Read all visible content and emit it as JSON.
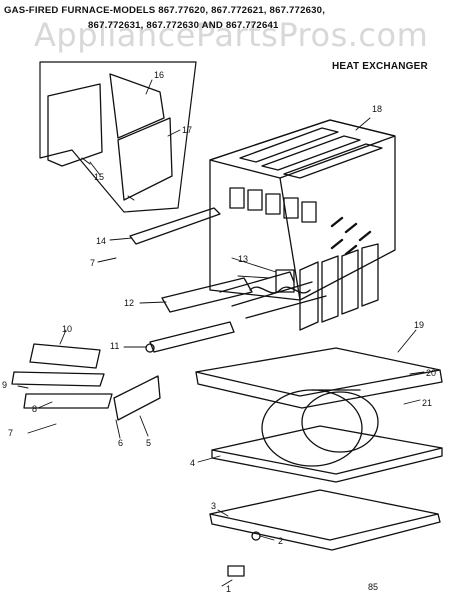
{
  "watermark": "AppliancePartsPros.com",
  "header": {
    "line1": "GAS-FIRED FURNACE-MODELS 867.77620, 867.772621, 867.772630,",
    "line2": "867.772631, 867.772630 AND 867.772641",
    "section_title": "HEAT EXCHANGER"
  },
  "callouts": [
    "1",
    "2",
    "3",
    "4",
    "5",
    "6",
    "7",
    "7",
    "8",
    "9",
    "10",
    "11",
    "12",
    "13",
    "14",
    "15",
    "16",
    "17",
    "18",
    "19",
    "20",
    "21"
  ],
  "page_code": "85"
}
